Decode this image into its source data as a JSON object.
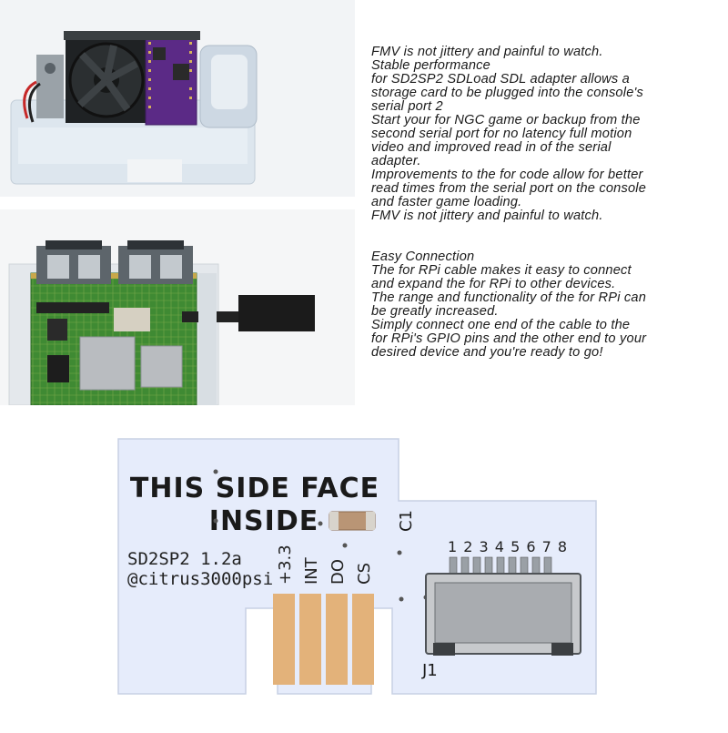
{
  "features": {
    "lines": [
      "FMV is not jittery and painful to watch.",
      "Stable performance",
      "for SD2SP2 SDLoad SDL adapter allows a",
      "storage card to be plugged into the console's",
      "serial port 2",
      "Start your for NGC game or backup from the",
      "second serial port for no latency full motion",
      "video and improved read in of the serial",
      "adapter.",
      "Improvements to the for code allow for better",
      "read times from the serial port on the console",
      "and faster game loading.",
      "FMV is not jittery and painful to watch."
    ]
  },
  "connection": {
    "lines": [
      "Easy Connection",
      "The for RPi cable makes it easy to connect",
      "and expand the for RPi to other devices.",
      "The range and functionality of the for RPi can",
      "be greatly increased.",
      "Simply connect one end of the cable to the",
      "for RPi's GPIO pins and the other end to your",
      "desired device and you're ready to go!"
    ]
  },
  "pcb": {
    "board_color": "#e6ecfb",
    "pad_color": "#e3b27a",
    "face_line1": "THIS SIDE FACE",
    "face_line2": "INSIDE",
    "cap_label": "C1",
    "model": "SD2SP2 1.2a",
    "author": "@citrus3000psi",
    "pin_labels": [
      "+3.3",
      "INT",
      "DO",
      "CS"
    ],
    "pin_numbers": "1 2 3 4 5 6 7 8",
    "connector_label": "J1"
  }
}
